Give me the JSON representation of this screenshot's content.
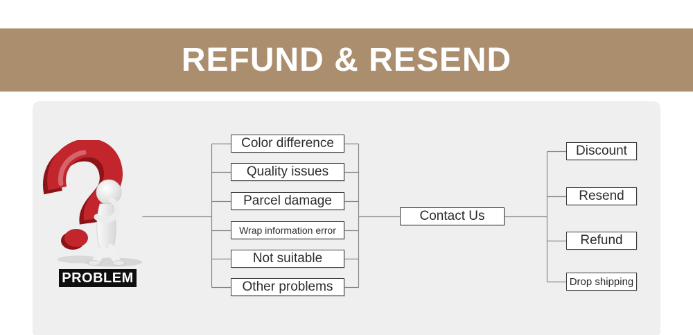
{
  "banner": {
    "title": "REFUND & RESEND"
  },
  "illustration": {
    "name": "question-mark-thinking-figure",
    "label": "PROBLEM"
  },
  "diagram": {
    "problems": [
      {
        "label": "Color difference"
      },
      {
        "label": "Quality issues"
      },
      {
        "label": "Parcel damage"
      },
      {
        "label": "Wrap information error"
      },
      {
        "label": "Not suitable"
      },
      {
        "label": "Other problems"
      }
    ],
    "hub": {
      "label": "Contact Us"
    },
    "solutions": [
      {
        "label": "Discount"
      },
      {
        "label": "Resend"
      },
      {
        "label": "Refund"
      },
      {
        "label": "Drop shipping"
      }
    ]
  },
  "colors": {
    "banner_bg": "#ab8e6e",
    "banner_text": "#ffffff",
    "panel_bg": "#efefef",
    "box_bg": "#ffffff",
    "box_border": "#3a3a3a",
    "line_color": "#878787",
    "text_color": "#2b2b2b",
    "problem_bg": "#0f0f0f",
    "problem_text": "#ffffff",
    "question_red": "#c2252b",
    "question_red_dark": "#8c1417"
  }
}
